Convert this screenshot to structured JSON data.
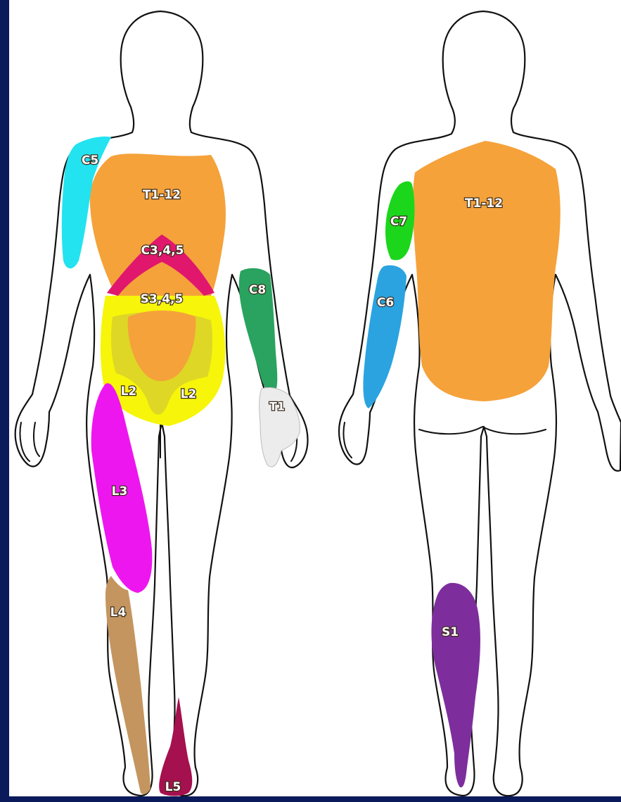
{
  "front": {
    "labels": {
      "c5": "C5",
      "t1_12": "T1-12",
      "c345": "C3,4,5",
      "s345": "S3,4,5",
      "c8": "C8",
      "l2_left": "L2",
      "l2_right": "L2",
      "t1": "T1",
      "l3": "L3",
      "l4": "L4",
      "l5": "L5"
    }
  },
  "back": {
    "labels": {
      "t1_12": "T1-12",
      "c7": "C7",
      "c6": "C6",
      "s1": "S1"
    }
  },
  "colors": {
    "orange": "#f5a23b",
    "cyan": "#22e3ef",
    "magenta": "#ee16ee",
    "crimson": "#e0176d",
    "yellow": "#f7f50a",
    "olive": "#d9d12a",
    "green": "#29a35f",
    "lime": "#1cd61c",
    "blue": "#2aa3e0",
    "tan": "#c4955f",
    "maroon": "#a5104e",
    "purple": "#7d2e9c",
    "light_gray": "#ececec",
    "border": "#0a1a5a"
  }
}
